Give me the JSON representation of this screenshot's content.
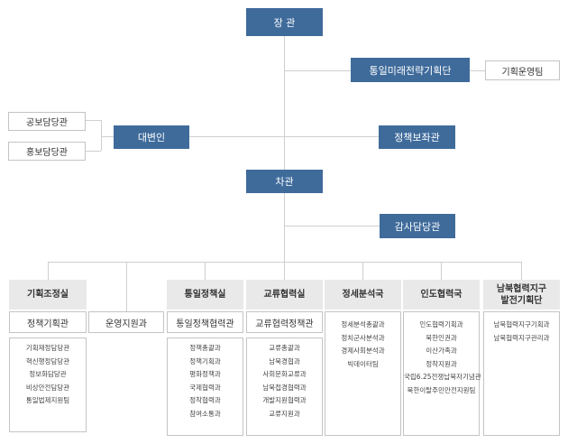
{
  "minister": "장 관",
  "unification_strategy": "통일미래전략기획단",
  "planning_team": "기획운영팀",
  "spokesperson": "대변인",
  "pr_officer": "공보담당관",
  "publicity_officer": "홍보담당관",
  "policy_advisor": "정책보좌관",
  "vice_minister": "차관",
  "audit_officer": "감사담당관",
  "groups": [
    {
      "title": [
        "기획조정실"
      ],
      "sub": "정책기획관",
      "items": [
        "기획재정담당관",
        "혁신행정담당관",
        "정보화담당관",
        "비상안전담당관",
        "통일법제지원팀"
      ]
    },
    {
      "title": [],
      "sub": "운영지원과",
      "items": []
    },
    {
      "title": [
        "통일정책실"
      ],
      "sub": "통일정책협력관",
      "items": [
        "정책총괄과",
        "정책기획과",
        "평화정책과",
        "국제협력과",
        "정착협력과",
        "참여소통과"
      ]
    },
    {
      "title": [
        "교류협력실"
      ],
      "sub": "교류협력정책관",
      "items": [
        "교류총괄과",
        "남북경협과",
        "사회문화교류과",
        "남북접경협력과",
        "개발지원협력과",
        "교류지원과"
      ]
    },
    {
      "title": [
        "정세분석국"
      ],
      "sub": "",
      "items": [
        "정세분석총괄과",
        "정치군사분석과",
        "경제사회분석과",
        "빅데이터팀"
      ]
    },
    {
      "title": [
        "인도협력국"
      ],
      "sub": "",
      "items": [
        "인도협력기획과",
        "북한인권과",
        "이산가족과",
        "정착지원과",
        "국립6.25전쟁납북자기념관",
        "북한이탈주민안전지원팀"
      ]
    },
    {
      "title": [
        "남북협력지구",
        "발전기획단"
      ],
      "sub": "",
      "items": [
        "남북협력지구기획과",
        "남북협력지구관리과"
      ]
    }
  ]
}
